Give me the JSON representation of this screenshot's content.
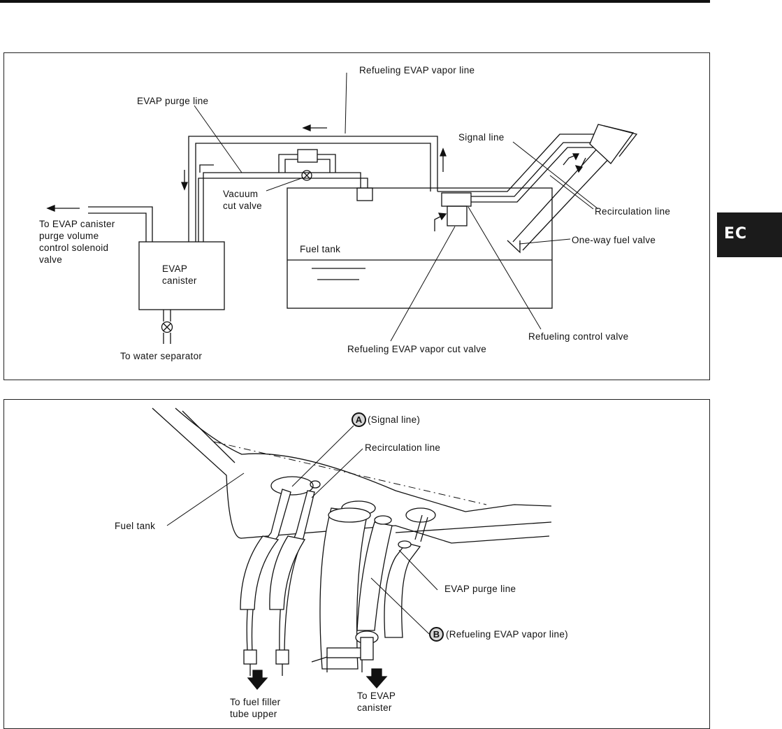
{
  "section_tab": "EC",
  "top_diagram": {
    "labels": {
      "refueling_evap_vapor_line": "Refueling EVAP vapor line",
      "evap_purge_line": "EVAP purge line",
      "signal_line": "Signal line",
      "vacuum_cut_valve": [
        "Vacuum",
        "cut valve"
      ],
      "to_evap_canister_purge": [
        "To EVAP canister",
        "purge volume",
        "control solenoid",
        "valve"
      ],
      "recirculation_line": "Recirculation line",
      "one_way_fuel_valve": "One-way fuel valve",
      "fuel_tank": "Fuel tank",
      "evap_canister": [
        "EVAP",
        "canister"
      ],
      "refueling_control_valve": "Refueling control valve",
      "refueling_evap_vapor_cut_valve": "Refueling EVAP vapor cut valve",
      "to_water_separator": "To water separator"
    }
  },
  "bottom_diagram": {
    "labels": {
      "marker_a": "A",
      "signal_line": "(Signal line)",
      "recirculation_line": "Recirculation line",
      "fuel_tank": "Fuel tank",
      "evap_purge_line": "EVAP purge line",
      "marker_b": "B",
      "refueling_evap_vapor_line": "(Refueling EVAP vapor line)",
      "to_fuel_filler_tube_upper": [
        "To fuel filler",
        "tube upper"
      ],
      "to_evap_canister": [
        "To EVAP",
        "canister"
      ]
    }
  }
}
